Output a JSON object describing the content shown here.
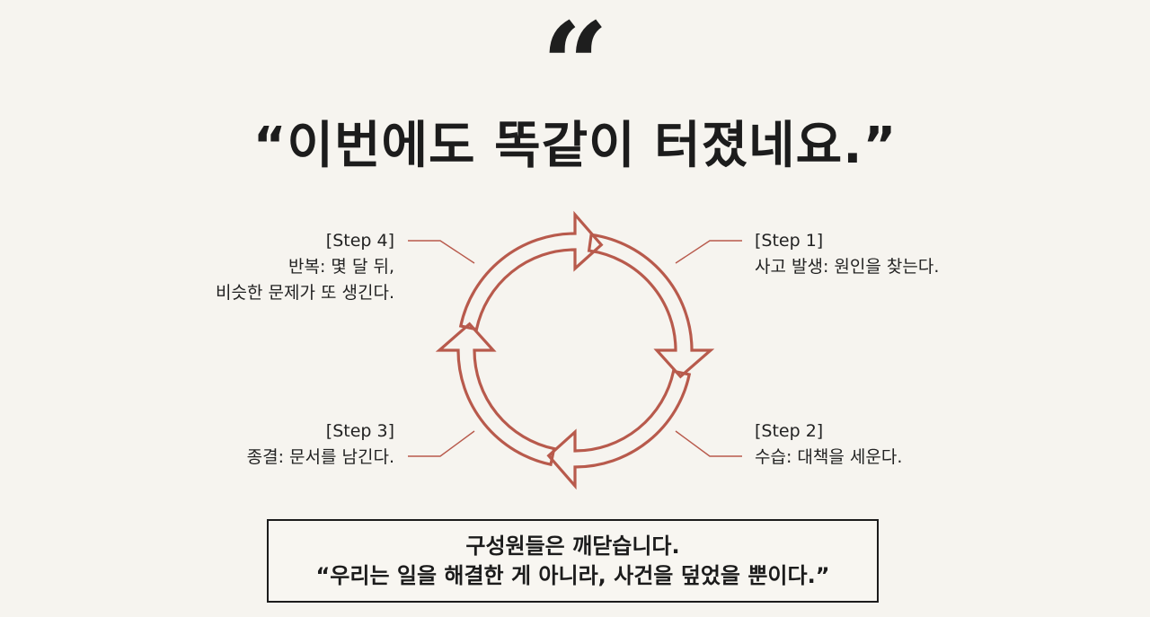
{
  "quote_mark": "“",
  "headline": "“이번에도 똑같이 터졌네요.”",
  "steps": {
    "step1": {
      "tag": "[Step 1]",
      "lines": [
        "사고 발생: 원인을 찾는다."
      ]
    },
    "step2": {
      "tag": "[Step 2]",
      "lines": [
        "수습: 대책을 세운다."
      ]
    },
    "step3": {
      "tag": "[Step 3]",
      "lines": [
        "종결: 문서를 남긴다."
      ]
    },
    "step4": {
      "tag": "[Step 4]",
      "lines": [
        "반복: 몇 달 뒤,",
        "비슷한 문제가 또 생긴다."
      ]
    }
  },
  "callout": {
    "line1": "구성원들은 깨닫습니다.",
    "line2": "“우리는 일을 해결한 게 아니라, 사건을 덮었을 뿐이다.”"
  },
  "colors": {
    "background": "#f6f4ef",
    "arrow": "#b85a4c",
    "text": "#1c1c1c",
    "connector": "#b85a4c"
  }
}
